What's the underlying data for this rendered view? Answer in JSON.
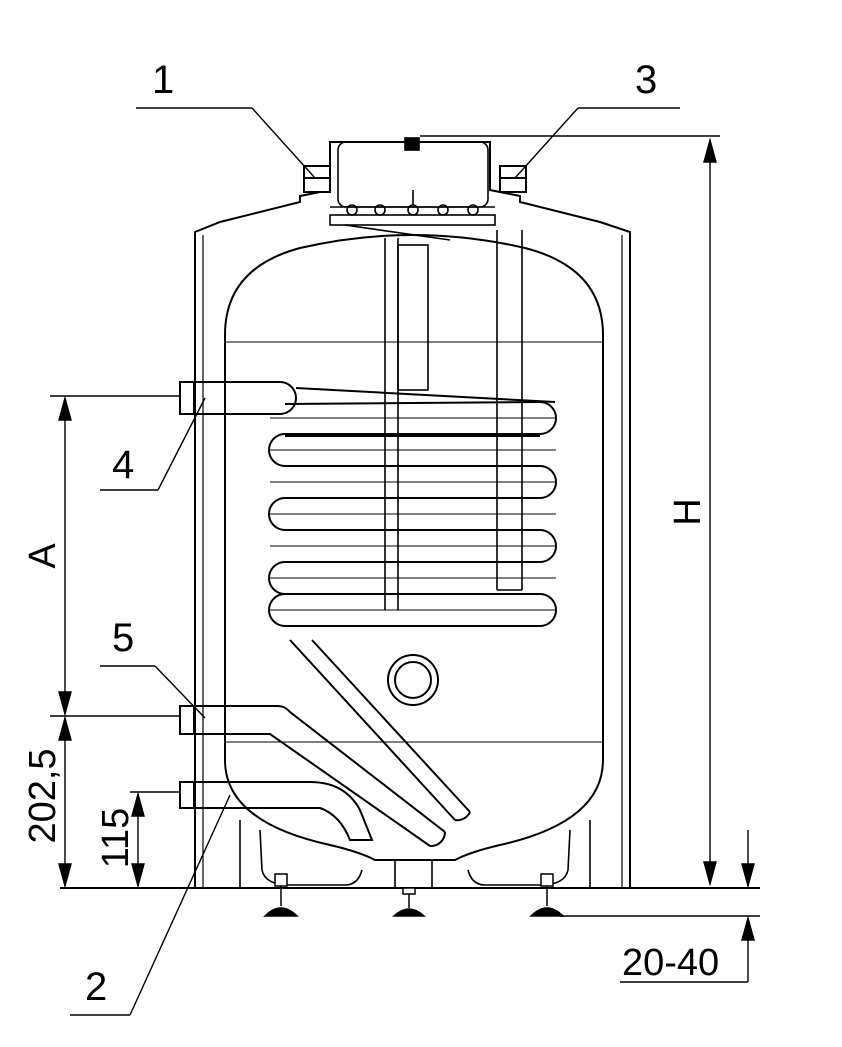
{
  "callouts": {
    "c1": "1",
    "c2": "2",
    "c3": "3",
    "c4": "4",
    "c5": "5"
  },
  "dimensions": {
    "height": "H",
    "coil_span": "A",
    "lower_offset": "202,5",
    "bottom_offset": "115",
    "feet": "20-40"
  }
}
